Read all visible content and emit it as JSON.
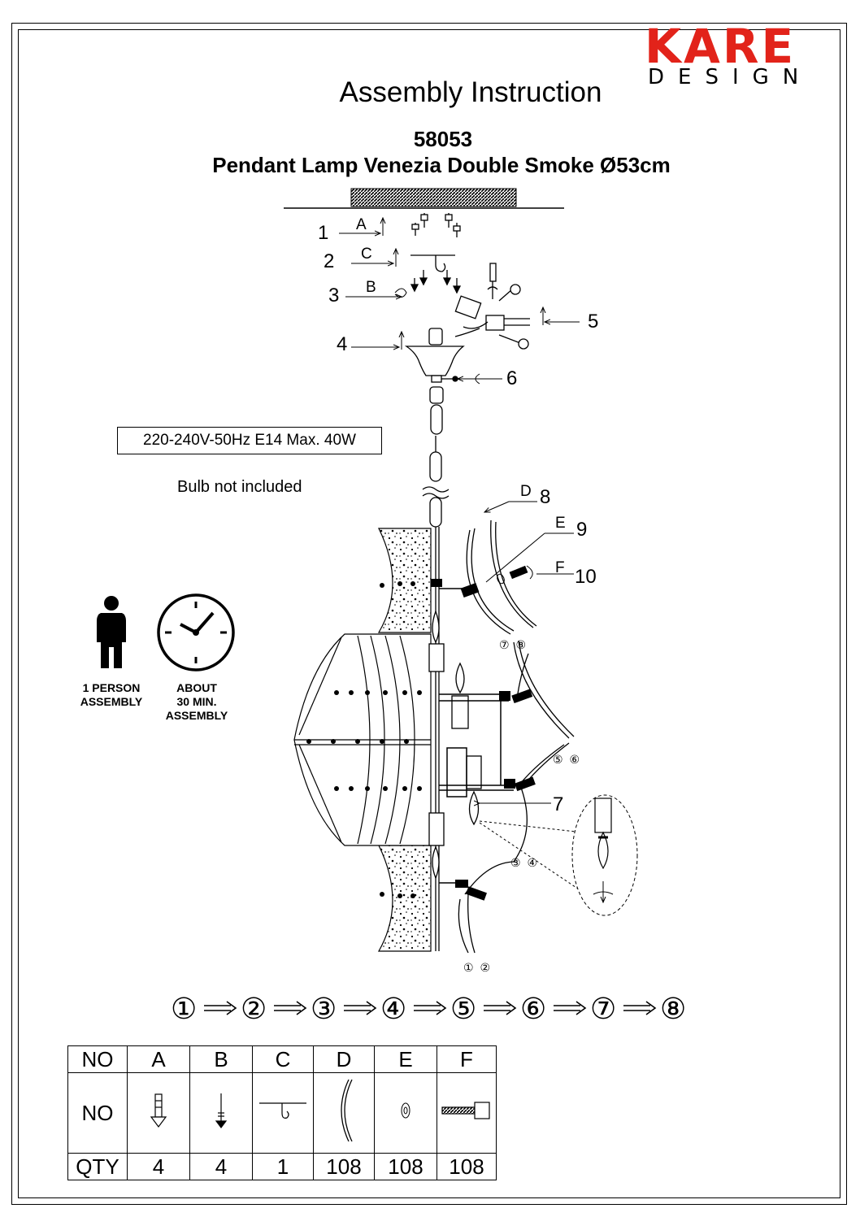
{
  "brand": {
    "name": "KARE",
    "tagline": "DESIGN"
  },
  "header": {
    "title": "Assembly Instruction",
    "article_number": "58053",
    "product_name": "Pendant Lamp Venezia Double Smoke Ø53cm"
  },
  "specs": {
    "electrical": "220-240V-50Hz  E14  Max. 40W",
    "bulb_note": "Bulb not included"
  },
  "assembly_info": {
    "persons": [
      "1 PERSON",
      "ASSEMBLY"
    ],
    "time": [
      "ABOUT",
      "30 MIN.",
      "ASSEMBLY"
    ]
  },
  "diagram": {
    "step_numbers": [
      "1",
      "2",
      "3",
      "4",
      "5",
      "6",
      "7",
      "8",
      "9",
      "10"
    ],
    "part_letters": [
      "A",
      "C",
      "B",
      "D",
      "E",
      "F"
    ],
    "circled_pairs": [
      "⑦ ⑧",
      "⑤ ⑥",
      "③ ④",
      "① ②"
    ]
  },
  "sequence": [
    "①",
    "②",
    "③",
    "④",
    "⑤",
    "⑥",
    "⑦",
    "⑧"
  ],
  "parts_table": {
    "header": [
      "NO",
      "A",
      "B",
      "C",
      "D",
      "E",
      "F"
    ],
    "picture_row_label": "NO",
    "qty_label": "QTY",
    "quantities": [
      "4",
      "4",
      "1",
      "108",
      "108",
      "108"
    ]
  }
}
